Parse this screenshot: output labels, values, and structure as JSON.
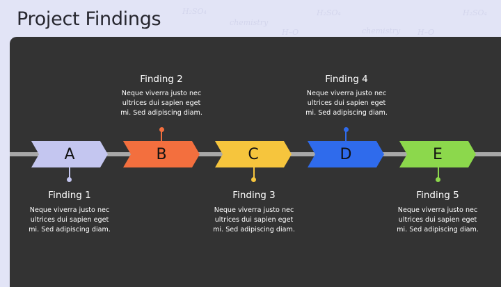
{
  "title": "Project Findings",
  "colors": {
    "background": "#e2e4f6",
    "panel": "#333333",
    "timeline": "#a8a8a8",
    "step_a": "#c4c6f0",
    "step_b": "#f36f3e",
    "step_c": "#f6c53d",
    "step_d": "#2f6bec",
    "step_e": "#8cd84c"
  },
  "steps": [
    {
      "letter": "A",
      "title": "Finding 1",
      "body_line1": "Neque viverra justo nec",
      "body_line2": "ultrices dui sapien eget",
      "body_line3": "mi. Sed adipiscing diam."
    },
    {
      "letter": "B",
      "title": "Finding 2",
      "body_line1": "Neque viverra justo nec",
      "body_line2": "ultrices dui sapien eget",
      "body_line3": "mi. Sed adipiscing diam."
    },
    {
      "letter": "C",
      "title": "Finding 3",
      "body_line1": "Neque viverra justo nec",
      "body_line2": "ultrices dui sapien eget",
      "body_line3": "mi. Sed adipiscing diam."
    },
    {
      "letter": "D",
      "title": "Finding 4",
      "body_line1": "Neque viverra justo nec",
      "body_line2": "ultrices dui sapien eget",
      "body_line3": "mi. Sed adipiscing diam."
    },
    {
      "letter": "E",
      "title": "Finding 5",
      "body_line1": "Neque viverra justo nec",
      "body_line2": "ultrices dui sapien eget",
      "body_line3": "mi. Sed adipiscing diam."
    }
  ]
}
